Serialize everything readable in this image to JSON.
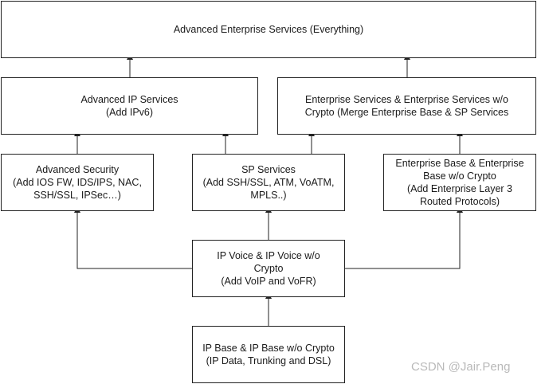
{
  "boxes": {
    "top": "Advanced Enterprise Services (Everything)",
    "advanced_ip": "Advanced IP Services\n(Add IPv6)",
    "enterprise": "Enterprise Services & Enterprise Services w/o\nCrypto (Merge Enterprise Base & SP Services",
    "security": "Advanced Security\n(Add IOS FW, IDS/IPS, NAC,\nSSH/SSL, IPSec…)",
    "sp": "SP Services\n(Add SSH/SSL, ATM, VoATM,\nMPLS..)",
    "enterprise_base": "Enterprise Base & Enterprise\nBase w/o Crypto\n(Add Enterprise Layer 3\nRouted Protocols)",
    "ip_voice": "IP Voice & IP Voice w/o\nCrypto\n(Add VoIP and VoFR)",
    "ip_base": "IP Base & IP Base w/o Crypto\n(IP Data, Trunking and DSL)"
  },
  "watermark": "CSDN @Jair.Peng",
  "colors": {
    "line": "#222222",
    "watermark": "#b9b9b9"
  }
}
